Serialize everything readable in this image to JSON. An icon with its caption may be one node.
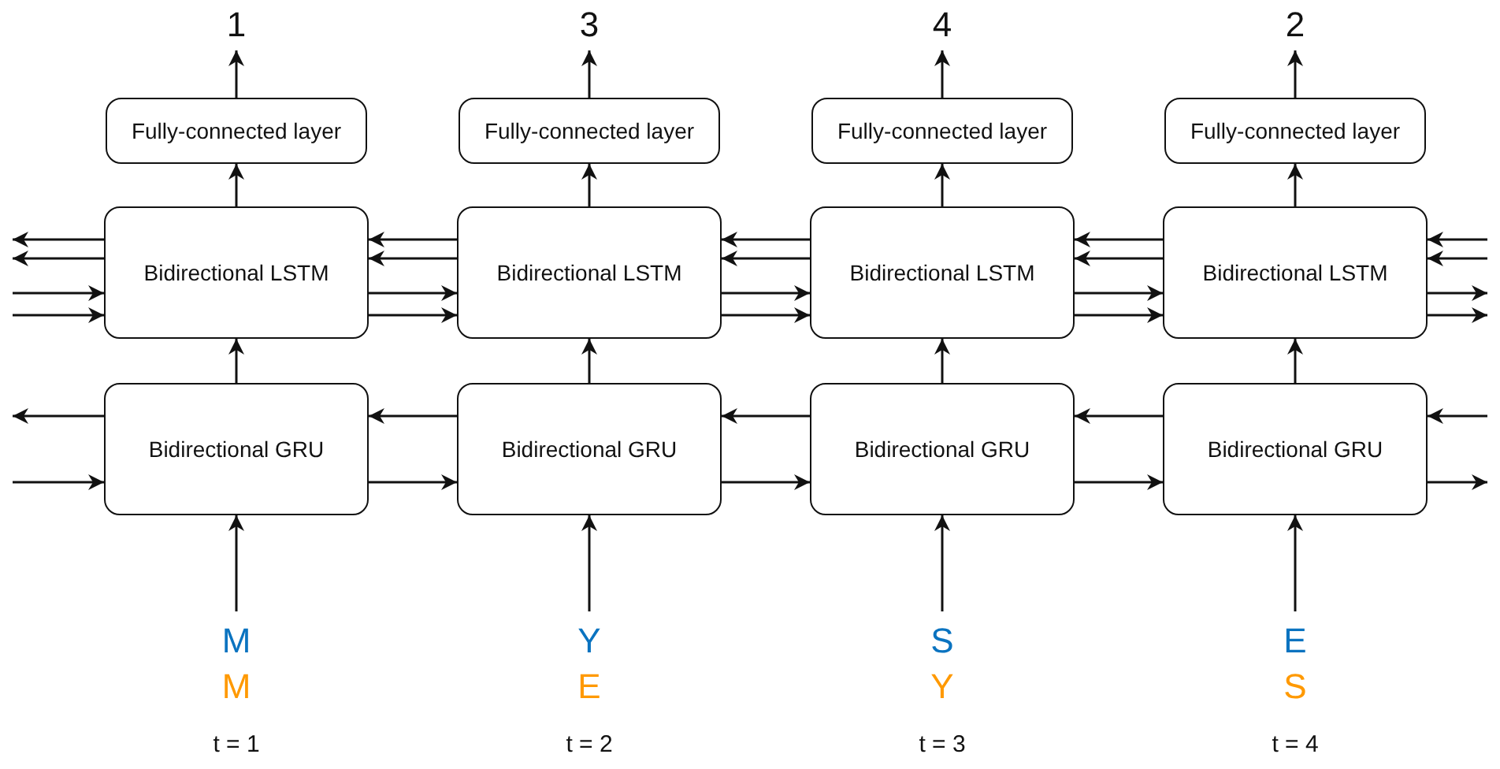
{
  "diagram": {
    "nodes": [
      {
        "text": [
          "1"
        ]
      },
      {
        "text": [
          "3"
        ]
      },
      {
        "text": [
          "4"
        ]
      },
      {
        "text": [
          "2"
        ]
      },
      {
        "text": [
          "Fully-connected layer"
        ]
      },
      {
        "text": [
          "Fully-connected layer"
        ]
      },
      {
        "text": [
          "Fully-connected layer"
        ]
      },
      {
        "text": [
          "Fully-connected layer"
        ]
      },
      {
        "text": [
          "Bidirectional LSTM"
        ]
      },
      {
        "text": [
          "Bidirectional LSTM"
        ]
      },
      {
        "text": [
          "Bidirectional LSTM"
        ]
      },
      {
        "text": [
          "Bidirectional LSTM"
        ]
      },
      {
        "text": [
          "Bidirectional GRU"
        ]
      },
      {
        "text": [
          "Bidirectional GRU"
        ]
      },
      {
        "text": [
          "Bidirectional GRU"
        ]
      },
      {
        "text": [
          "Bidirectional GRU"
        ]
      },
      {
        "text": [
          "M",
          "M"
        ],
        "beside": [
          "t = 1"
        ]
      },
      {
        "text": [
          "Y",
          "E"
        ],
        "beside": [
          "t = 2"
        ]
      },
      {
        "text": [
          "S",
          "Y"
        ],
        "beside": [
          "t = 3"
        ]
      },
      {
        "text": [
          "E",
          "S"
        ],
        "beside": [
          "t = 4"
        ]
      }
    ],
    "edges": [
      {
        "from": 16,
        "to": 12,
        "arrow": "to"
      },
      {
        "from": 17,
        "to": 13,
        "arrow": "to"
      },
      {
        "from": 18,
        "to": 14,
        "arrow": "to"
      },
      {
        "from": 19,
        "to": 15,
        "arrow": "to"
      },
      {
        "from": 12,
        "to": 8,
        "arrow": "to"
      },
      {
        "from": 13,
        "to": 9,
        "arrow": "to"
      },
      {
        "from": 14,
        "to": 10,
        "arrow": "to"
      },
      {
        "from": 15,
        "to": 11,
        "arrow": "to"
      },
      {
        "from": 8,
        "to": 4,
        "arrow": "to"
      },
      {
        "from": 9,
        "to": 5,
        "arrow": "to"
      },
      {
        "from": 10,
        "to": 6,
        "arrow": "to"
      },
      {
        "from": 11,
        "to": 7,
        "arrow": "to"
      },
      {
        "from": 4,
        "to": 0,
        "arrow": "to"
      },
      {
        "from": 5,
        "to": 1,
        "arrow": "to"
      },
      {
        "from": 6,
        "to": 2,
        "arrow": "to"
      },
      {
        "from": 7,
        "to": 3,
        "arrow": "to"
      },
      {
        "from": 12,
        "to": null,
        "arrow": "to"
      },
      {
        "from": null,
        "to": 12,
        "arrow": "to"
      },
      {
        "from": 13,
        "to": 12,
        "arrow": "to"
      },
      {
        "from": 12,
        "to": 13,
        "arrow": "to"
      },
      {
        "from": 14,
        "to": 13,
        "arrow": "to"
      },
      {
        "from": 13,
        "to": 14,
        "arrow": "to"
      },
      {
        "from": 15,
        "to": 14,
        "arrow": "to"
      },
      {
        "from": 14,
        "to": 15,
        "arrow": "to"
      },
      {
        "from": null,
        "to": 15,
        "arrow": "to"
      },
      {
        "from": 15,
        "to": null,
        "arrow": "to"
      },
      {
        "from": 8,
        "to": null,
        "arrow": "to"
      },
      {
        "from": 8,
        "to": null,
        "arrow": "to"
      },
      {
        "from": null,
        "to": 8,
        "arrow": "to"
      },
      {
        "from": null,
        "to": 8,
        "arrow": "to"
      },
      {
        "from": 9,
        "to": 8,
        "arrow": "to"
      },
      {
        "from": 9,
        "to": 8,
        "arrow": "to"
      },
      {
        "from": 8,
        "to": 9,
        "arrow": "to"
      },
      {
        "from": 8,
        "to": 9,
        "arrow": "to"
      },
      {
        "from": 10,
        "to": 9,
        "arrow": "to"
      },
      {
        "from": 10,
        "to": 9,
        "arrow": "to"
      },
      {
        "from": 9,
        "to": 10,
        "arrow": "to"
      },
      {
        "from": 9,
        "to": 10,
        "arrow": "to"
      },
      {
        "from": 11,
        "to": 10,
        "arrow": "to"
      },
      {
        "from": 11,
        "to": 10,
        "arrow": "to"
      },
      {
        "from": 10,
        "to": 11,
        "arrow": "to"
      },
      {
        "from": 10,
        "to": 11,
        "arrow": "to"
      },
      {
        "from": null,
        "to": 11,
        "arrow": "to"
      },
      {
        "from": null,
        "to": 11,
        "arrow": "to"
      },
      {
        "from": 11,
        "to": null,
        "arrow": "to"
      },
      {
        "from": 11,
        "to": null,
        "arrow": "to"
      }
    ]
  }
}
